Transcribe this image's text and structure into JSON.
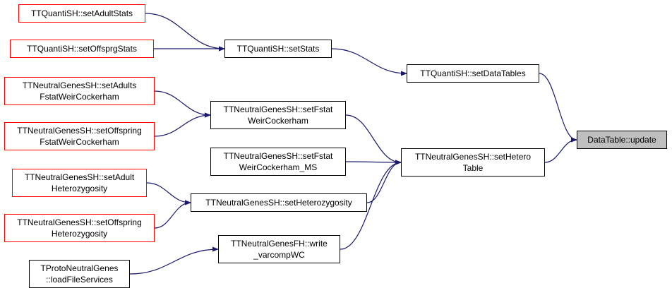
{
  "colors": {
    "edge": "#191970",
    "border_default": "#000000",
    "border_truncated": "#ff0000",
    "root_fill": "#bfbfbf"
  },
  "nodes": {
    "update": {
      "lines": [
        "DataTable::update"
      ]
    },
    "setDataTables": {
      "lines": [
        "TTQuantiSH::setDataTables"
      ]
    },
    "setStats": {
      "lines": [
        "TTQuantiSH::setStats"
      ]
    },
    "setAdultStats": {
      "lines": [
        "TTQuantiSH::setAdultStats"
      ]
    },
    "setOffsprgStats": {
      "lines": [
        "TTQuantiSH::setOffsprgStats"
      ]
    },
    "setHeteroTable": {
      "lines": [
        "TTNeutralGenesSH::setHetero",
        "Table"
      ]
    },
    "setFstatWC": {
      "lines": [
        "TTNeutralGenesSH::setFstat",
        "WeirCockerham"
      ]
    },
    "setAdultsFstatWC": {
      "lines": [
        "TTNeutralGenesSH::setAdults",
        "FstatWeirCockerham"
      ]
    },
    "setOffspringFstatWC": {
      "lines": [
        "TTNeutralGenesSH::setOffspring",
        "FstatWeirCockerham"
      ]
    },
    "setFstatWCMS": {
      "lines": [
        "TTNeutralGenesSH::setFstat",
        "WeirCockerham_MS"
      ]
    },
    "setHeterozygosity": {
      "lines": [
        "TTNeutralGenesSH::setHeterozygosity"
      ]
    },
    "setAdultHet": {
      "lines": [
        "TTNeutralGenesSH::setAdult",
        "Heterozygosity"
      ]
    },
    "setOffspringHet": {
      "lines": [
        "TTNeutralGenesSH::setOffspring",
        "Heterozygosity"
      ]
    },
    "writeVarcompWC": {
      "lines": [
        "TTNeutralGenesFH::write",
        "_varcompWC"
      ]
    },
    "loadFileServices": {
      "lines": [
        "TProtoNeutralGenes",
        "::loadFileServices"
      ]
    }
  },
  "edges": [
    [
      "setDataTables",
      "update"
    ],
    [
      "setHeteroTable",
      "update"
    ],
    [
      "setStats",
      "setDataTables"
    ],
    [
      "setAdultStats",
      "setStats"
    ],
    [
      "setOffsprgStats",
      "setStats"
    ],
    [
      "setFstatWC",
      "setHeteroTable"
    ],
    [
      "setFstatWCMS",
      "setHeteroTable"
    ],
    [
      "setHeterozygosity",
      "setHeteroTable"
    ],
    [
      "writeVarcompWC",
      "setHeteroTable"
    ],
    [
      "setAdultsFstatWC",
      "setFstatWC"
    ],
    [
      "setOffspringFstatWC",
      "setFstatWC"
    ],
    [
      "setAdultHet",
      "setHeterozygosity"
    ],
    [
      "setOffspringHet",
      "setHeterozygosity"
    ],
    [
      "loadFileServices",
      "writeVarcompWC"
    ]
  ]
}
